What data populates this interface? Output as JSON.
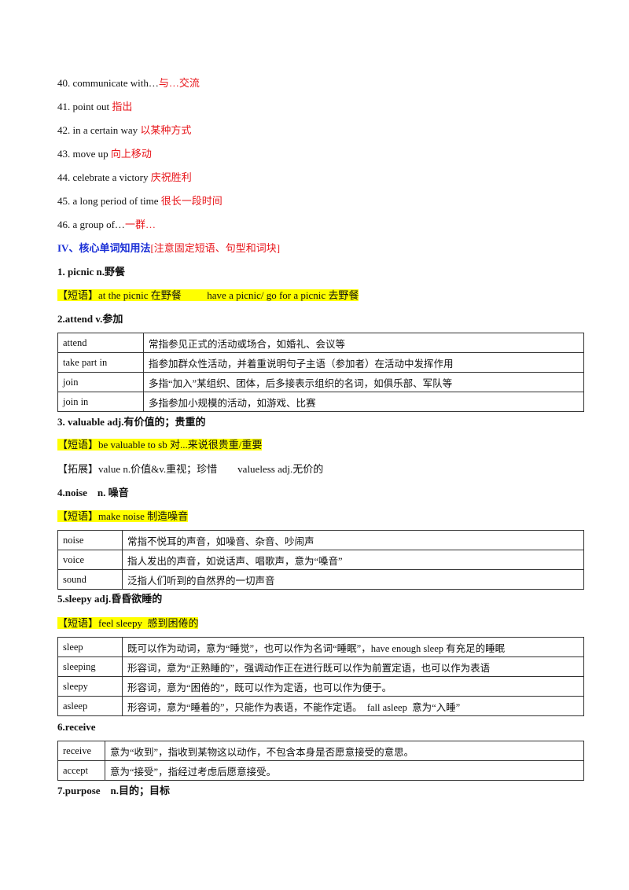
{
  "phrases": [
    {
      "en": "40. communicate with…",
      "zh": "与…交流"
    },
    {
      "en": "41. point out ",
      "zh": "指出"
    },
    {
      "en": "42. in a certain way ",
      "zh": "以某种方式"
    },
    {
      "en": "43. move up ",
      "zh": "向上移动"
    },
    {
      "en": "44. celebrate a victory ",
      "zh": "庆祝胜利"
    },
    {
      "en": "45. a long period of time ",
      "zh": "很长一段时间"
    },
    {
      "en": "46. a group of…",
      "zh": "一群…"
    }
  ],
  "section": {
    "title": "IV、核心单词知用法",
    "note": "[注意固定短语、句型和词块]"
  },
  "w1": {
    "heading": "1. picnic n.野餐",
    "phrase": "【短语】at the picnic 在野餐          have a picnic/ go for a picnic 去野餐"
  },
  "w2": {
    "heading": "2.attend v.参加",
    "rows": [
      {
        "word": "attend",
        "desc": "常指参见正式的活动或场合，如婚礼、会议等"
      },
      {
        "word": "take part in",
        "desc": "指参加群众性活动，并着重说明句子主语（参加者）在活动中发挥作用"
      },
      {
        "word": "join",
        "desc": "多指“加入”某组织、团体，后多接表示组织的名词，如俱乐部、军队等"
      },
      {
        "word": "join in",
        "desc": "多指参加小规模的活动，如游戏、比赛"
      }
    ]
  },
  "w3": {
    "heading": "3. valuable adj.有价值的；贵重的",
    "phrase": "【短语】be valuable to sb 对...来说很贵重/重要",
    "ext": "【拓展】value n.价值&v.重视；珍惜        valueless adj.无价的"
  },
  "w4": {
    "heading": "4.noise    n. 噪音",
    "phrase": "【短语】make noise 制造噪音",
    "rows": [
      {
        "word": "noise",
        "desc": "常指不悦耳的声音，如噪音、杂音、吵闹声"
      },
      {
        "word": "voice",
        "desc": "指人发出的声音，如说话声、唱歌声，意为“嗓音”"
      },
      {
        "word": "sound",
        "desc": "泛指人们听到的自然界的一切声音"
      }
    ]
  },
  "w5": {
    "heading": "5.sleepy adj.昏昏欲睡的",
    "phrase": "【短语】feel sleepy  感到困倦的",
    "rows": [
      {
        "word": "sleep",
        "desc": "既可以作为动词，意为“睡觉”，也可以作为名词“睡眠”，have enough sleep 有充足的睡眠"
      },
      {
        "word": "sleeping",
        "desc": "形容词，意为“正熟睡的”，强调动作正在进行既可以作为前置定语，也可以作为表语"
      },
      {
        "word": "sleepy",
        "desc": "形容词，意为“困倦的”，既可以作为定语，也可以作为便于。"
      },
      {
        "word": "asleep",
        "desc": "形容词，意为“睡着的”，只能作为表语，不能作定语。  fall asleep  意为“入睡”"
      }
    ]
  },
  "w6": {
    "heading": "6.receive",
    "rows": [
      {
        "word": "receive",
        "desc": "意为“收到”，指收到某物这以动作，不包含本身是否愿意接受的意思。"
      },
      {
        "word": "accept",
        "desc": "意为“接受”，指经过考虑后愿意接受。"
      }
    ]
  },
  "w7": {
    "heading": "7.purpose    n.目的；目标"
  }
}
